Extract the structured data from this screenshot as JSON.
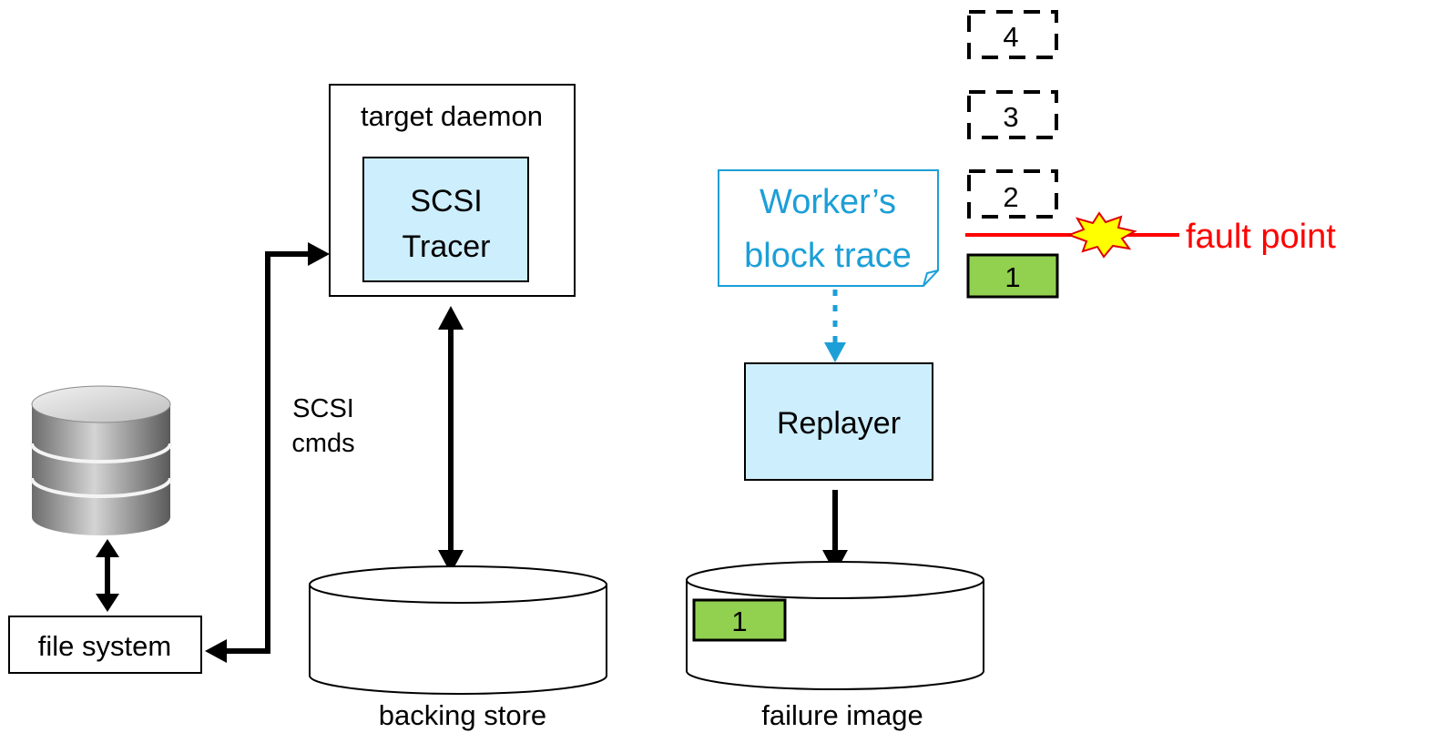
{
  "file_system": {
    "label": "file system"
  },
  "scsi_cmds": {
    "line1": "SCSI",
    "line2": "cmds"
  },
  "target_daemon": {
    "label": "target daemon"
  },
  "scsi_tracer": {
    "line1": "SCSI",
    "line2": "Tracer"
  },
  "backing_store": {
    "label": "backing store"
  },
  "block_trace": {
    "line1": "Worker’s",
    "line2": "block trace"
  },
  "replayer": {
    "label": "Replayer"
  },
  "failure_image": {
    "label": "failure image",
    "block_label": "1"
  },
  "blocks": {
    "b4": "4",
    "b3": "3",
    "b2": "2",
    "b1": "1"
  },
  "fault_point": {
    "label": "fault point"
  },
  "colors": {
    "box_fill": "#cdeefc",
    "block_green": "#92d050",
    "trace_blue": "#1c9fd7",
    "fault_red": "#ff0000",
    "star_yellow": "#ffff00"
  }
}
